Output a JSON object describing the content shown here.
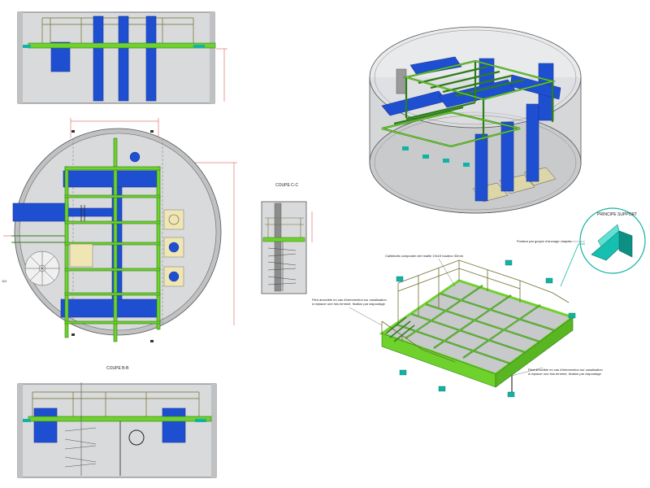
{
  "labels": {
    "coupe_c": "COUPE C-C",
    "coupe_b": "COUPE B-B",
    "principe_support": "PRINCIPE SUPPORT",
    "fixation_support": "Fixation par goujon d'ancrage chapés",
    "caillebotis": "Caillebotis composite vert maille 19x19 hauteur 30mm",
    "pied_amovible_1": "Pied amovible en cas d'intervention sur canalisation\nà replacer une fois terminé, fixation par clapoutage",
    "pied_amovible_2": "Pied amovible en cas d'intervention sur canalisation\nà replacer une fois terminé, fixation par clapoutage",
    "dim_circle": "Ø",
    "dim_112": "112"
  },
  "colors": {
    "wall": "#d8dadc",
    "wall_stroke": "#555555",
    "pipe": "#1f4fd1",
    "pipe_dark": "#15369a",
    "frame": "#6fd12b",
    "frame_dark": "#2e7d1a",
    "rail": "#8a8a2a",
    "support": "#12b3a3",
    "dim": "#d63a3a",
    "pad": "#efe6b3"
  }
}
